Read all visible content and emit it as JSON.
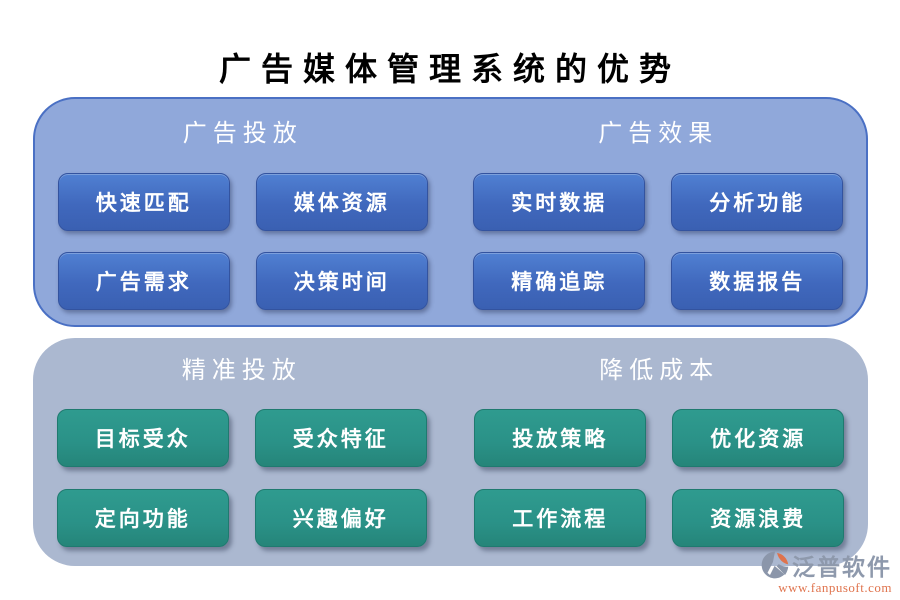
{
  "title": "广告媒体管理系统的优势",
  "colors": {
    "panel_top_bg": "#90a8da",
    "panel_top_border": "#4a70c4",
    "panel_bottom_bg": "#abb8d0",
    "pill_blue": "#4472c4",
    "pill_green": "#2a9187",
    "pill_text": "#ffffff",
    "title_text": "#000000",
    "brand_text": "#8e99ac",
    "website_text": "#e0744e"
  },
  "panels": [
    {
      "sections": [
        {
          "header": "广告投放",
          "items": [
            "快速匹配",
            "媒体资源",
            "广告需求",
            "决策时间"
          ]
        },
        {
          "header": "广告效果",
          "items": [
            "实时数据",
            "分析功能",
            "精确追踪",
            "数据报告"
          ]
        }
      ]
    },
    {
      "sections": [
        {
          "header": "精准投放",
          "items": [
            "目标受众",
            "受众特征",
            "定向功能",
            "兴趣偏好"
          ]
        },
        {
          "header": "降低成本",
          "items": [
            "投放策略",
            "优化资源",
            "工作流程",
            "资源浪费"
          ]
        }
      ]
    }
  ],
  "footer": {
    "brand": "泛普软件",
    "website": "www.fanpusoft.com",
    "logo_icon": "fanpu-swoosh-icon"
  }
}
